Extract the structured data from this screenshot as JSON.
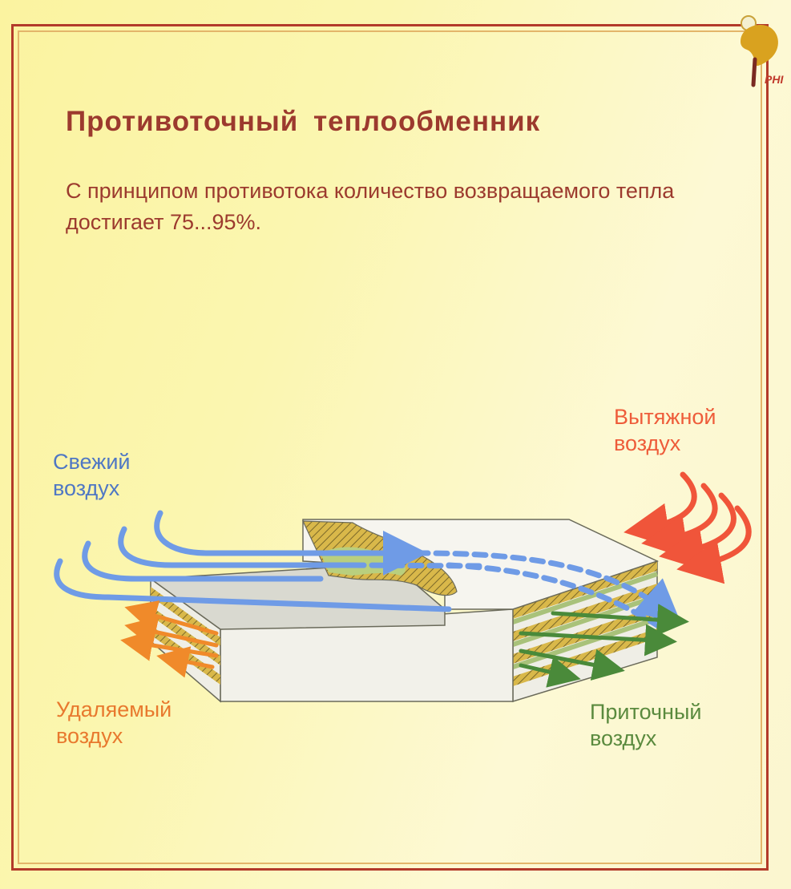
{
  "slide": {
    "title": "Противоточный  теплообменник",
    "subtitle": "С принципом противотока количество возвращаемого тепла достигает 75...95%.",
    "logo_text": "PHI"
  },
  "labels": {
    "fresh_air": [
      "Свежий",
      "воздух"
    ],
    "exhaust_air": [
      "Вытяжной",
      "воздух"
    ],
    "removed_air": [
      "Удаляемый",
      "воздух"
    ],
    "supply_air": [
      "Приточный",
      "воздух"
    ]
  },
  "colors": {
    "frame": "#b33a2a",
    "title": "#9c3a2e",
    "fresh_air": "#6f9be6",
    "exhaust_air": "#f0553a",
    "removed_air": "#f08a2a",
    "supply_air": "#4a8a3a"
  }
}
